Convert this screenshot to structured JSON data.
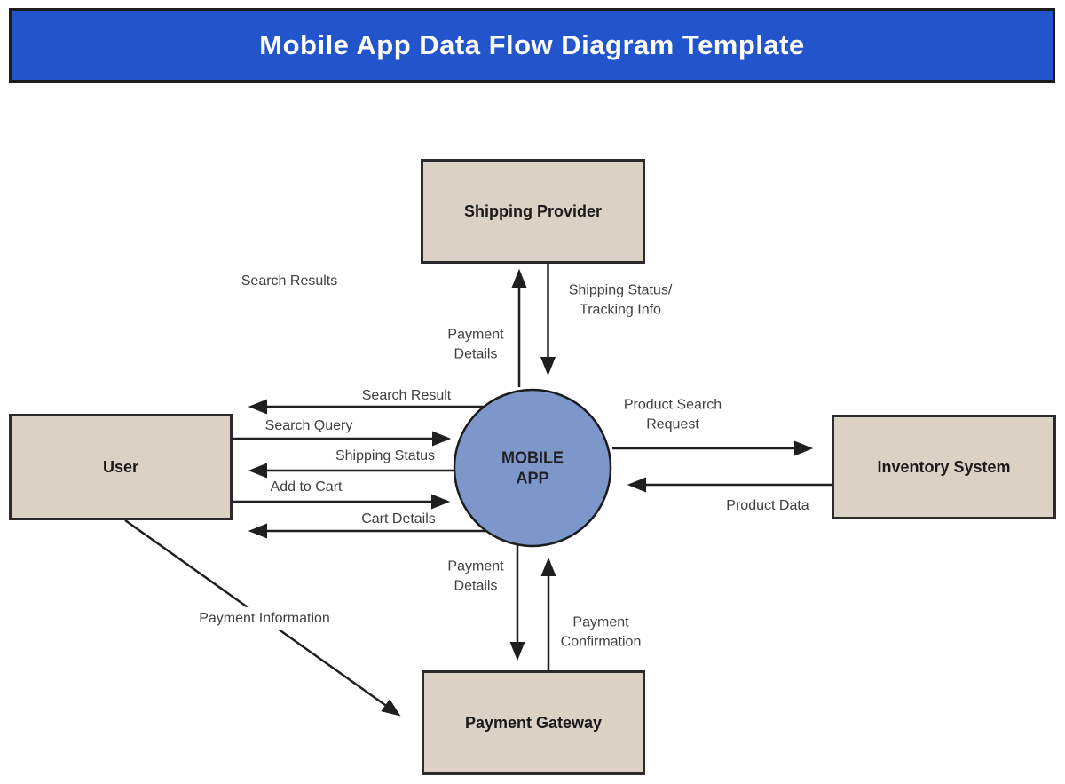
{
  "title": "Mobile App Data Flow Diagram Template",
  "colors": {
    "banner_bg": "#2254cb",
    "banner_border": "#1c1c1c",
    "entity_bg": "#dcd1c5",
    "entity_border": "#2b2b2b",
    "process_fill": "#7e97cb",
    "process_stroke": "#1c1c1c",
    "arrow": "#1f1f1f",
    "label_text": "#3f3f3f",
    "canvas_bg": "#ffffff",
    "title_text": "#ffffff",
    "entity_text": "#1a1a1a"
  },
  "process": {
    "label": "MOBILE\nAPP"
  },
  "entities": {
    "shipping_provider": "Shipping Provider",
    "user": "User",
    "inventory_system": "Inventory System",
    "payment_gateway": "Payment Gateway"
  },
  "flows": {
    "search_results_floating": "Search Results",
    "search_result": "Search Result",
    "search_query": "Search Query",
    "shipping_status": "Shipping Status",
    "add_to_cart": "Add to Cart",
    "cart_details": "Cart Details",
    "product_search_request": "Product Search\nRequest",
    "product_data": "Product Data",
    "shipping_status_tracking_info": "Shipping Status/\nTracking Info",
    "payment_details_to_shipping": "Payment\nDetails",
    "payment_details_to_gateway": "Payment\nDetails",
    "payment_confirmation": "Payment\nConfirmation",
    "payment_information": "Payment Information"
  }
}
